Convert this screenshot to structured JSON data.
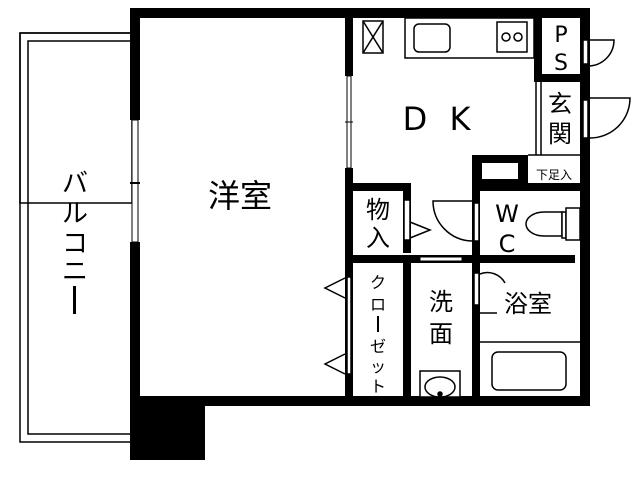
{
  "floorplan": {
    "rooms": {
      "western_room": "洋室",
      "dk_d": "D",
      "dk_k": "K",
      "balcony": [
        "バ",
        "ル",
        "コ",
        "ニ",
        "ー"
      ],
      "storage": [
        "物",
        "入"
      ],
      "closet": [
        "ク",
        "ロ",
        "ー",
        "ゼ",
        "ッ",
        "ト"
      ],
      "washroom": [
        "洗",
        "面"
      ],
      "bathroom": "浴室",
      "toilet": [
        "W",
        "C"
      ],
      "entrance": [
        "玄",
        "関"
      ],
      "pipe_space": [
        "P",
        "S"
      ],
      "shoe_box": "下足入"
    },
    "colors": {
      "wall": "#000000",
      "background": "#ffffff"
    }
  }
}
